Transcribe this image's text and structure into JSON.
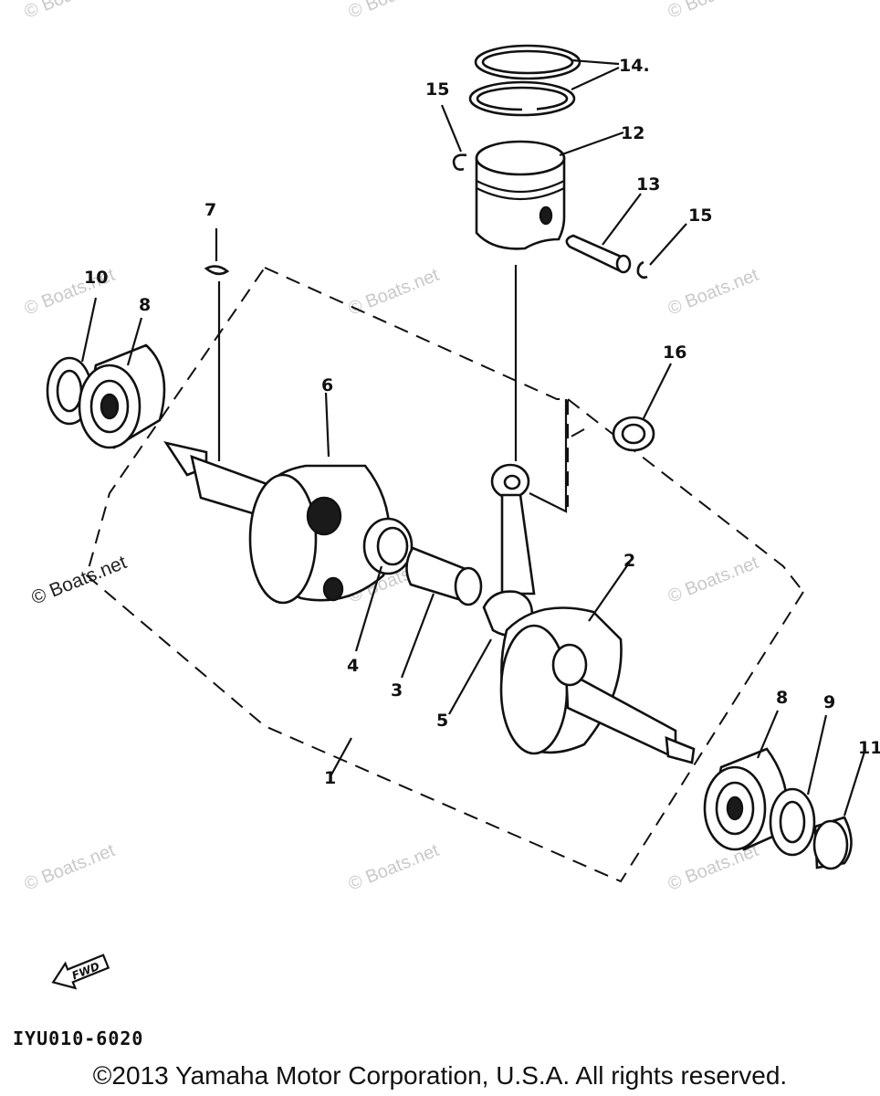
{
  "watermark": "© Boats.net",
  "callouts": {
    "c1": "1",
    "c2": "2",
    "c3": "3",
    "c4": "4",
    "c5": "5",
    "c6": "6",
    "c7": "7",
    "c8a": "8",
    "c8b": "8",
    "c9": "9",
    "c10": "10",
    "c11": "11",
    "c12": "12",
    "c13": "13",
    "c14": "14.",
    "c15a": "15",
    "c15b": "15",
    "c16": "16"
  },
  "fwd_label": "FWD",
  "diagram_code": "IYU010-6020",
  "copyright": "©2013 Yamaha Motor Corporation, U.S.A. All rights reserved."
}
